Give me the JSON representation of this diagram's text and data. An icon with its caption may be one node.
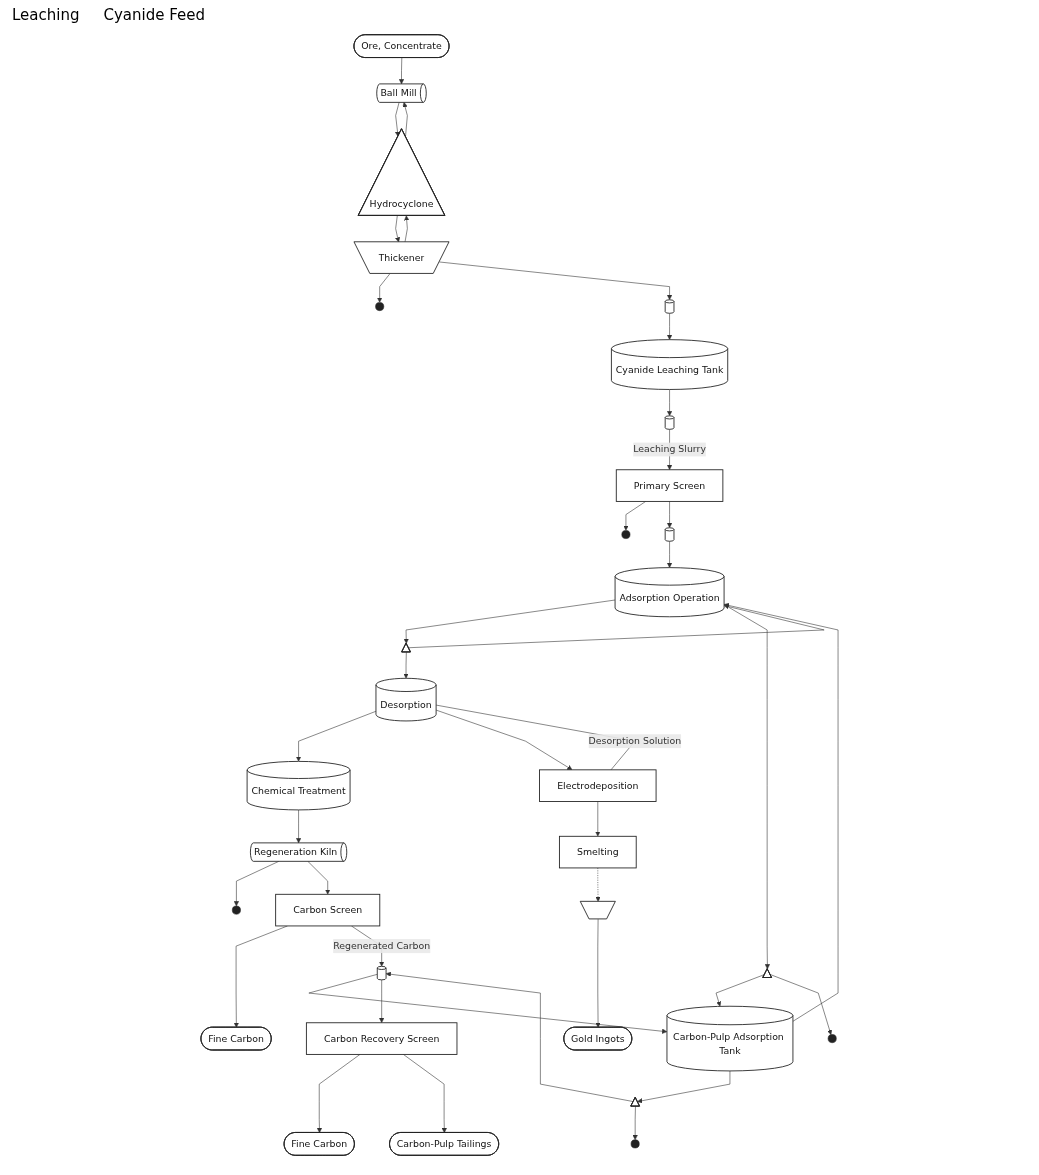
{
  "diagram": {
    "nodes": [
      {
        "text": [
          "Ore, Concentrate"
        ]
      },
      {
        "text": [
          "Hydrocyclone"
        ]
      },
      {
        "text": [
          "Ball Mill"
        ]
      },
      {
        "text": [
          "Thickener"
        ]
      },
      {
        "text": [],
        "shape": "tank"
      },
      {
        "text": [
          "Cyanide Leaching Tank"
        ]
      },
      {
        "text": [],
        "shape": "tank"
      },
      {
        "text": [
          "Primary Screen"
        ]
      },
      {
        "text": [],
        "shape": "screen"
      },
      {
        "text": [],
        "shape": "tank"
      },
      {
        "text": [
          "Adsorption Operation"
        ]
      },
      {
        "text": [],
        "shape": "screen"
      },
      {
        "text": [
          "Carbon-Pulp Adsorption Tank"
        ]
      },
      {
        "text": [],
        "shape": "screen"
      },
      {
        "text": [
          "Carbon Recovery Screen"
        ]
      },
      {
        "text": [
          "Fine Carbon"
        ]
      },
      {
        "text": [],
        "shape": "tank"
      },
      {
        "text": [
          "Carbon-Pulp Tailings"
        ]
      },
      {
        "text": [
          "Chemical Treatment"
        ]
      },
      {
        "text": [
          "Regeneration Kiln"
        ]
      },
      {
        "text": [
          "Carbon Screen"
        ]
      },
      {
        "text": [
          "Fine Carbon"
        ]
      },
      {
        "text": [
          "Desorption"
        ]
      },
      {
        "text": [
          "Electrodeposition"
        ]
      },
      {
        "text": [
          "Smelting"
        ]
      },
      {
        "text": [],
        "shape": "mold"
      },
      {
        "text": [
          "Gold Ingots"
        ]
      }
    ],
    "edges": [
      {
        "from": 0,
        "to": 2,
        "arrow": "to"
      },
      {
        "from": 2,
        "to": 1,
        "arrow": "to"
      },
      {
        "from": 3,
        "to": 1,
        "arrow": "to"
      },
      {
        "from": 3,
        "to": null,
        "arrow": "to"
      },
      {
        "from": 1,
        "to": 2,
        "arrow": "to"
      },
      {
        "from": 1,
        "to": 3,
        "arrow": "to"
      },
      {
        "from": 3,
        "to": 4,
        "arrow": "to"
      },
      {
        "from": 4,
        "to": 5,
        "arrow": "to"
      },
      {
        "from": 5,
        "to": 6,
        "arrow": "to"
      },
      {
        "from": 6,
        "to": 7,
        "arrow": "to",
        "label": "Leaching Slurry"
      },
      {
        "from": 7,
        "to": null,
        "arrow": "to"
      },
      {
        "from": 7,
        "to": 9,
        "arrow": "to"
      },
      {
        "from": 9,
        "to": 10,
        "arrow": "to"
      },
      {
        "from": 10,
        "to": 8,
        "arrow": "to"
      },
      {
        "from": 8,
        "to": 10,
        "arrow": "to"
      },
      {
        "from": 8,
        "to": 22,
        "arrow": "to"
      },
      {
        "from": 10,
        "to": 11,
        "arrow": "to"
      },
      {
        "from": 11,
        "to": 12,
        "arrow": "to"
      },
      {
        "from": 11,
        "to": null,
        "arrow": "to"
      },
      {
        "from": 12,
        "to": 10,
        "arrow": "to"
      },
      {
        "from": 12,
        "to": 13,
        "arrow": "to"
      },
      {
        "from": 13,
        "to": 16,
        "arrow": "to"
      },
      {
        "from": 13,
        "to": null,
        "arrow": "to"
      },
      {
        "from": 16,
        "to": 12,
        "arrow": "to"
      },
      {
        "from": 16,
        "to": 14,
        "arrow": "to"
      },
      {
        "from": 14,
        "to": 15,
        "arrow": "to"
      },
      {
        "from": 14,
        "to": 17,
        "arrow": "to"
      },
      {
        "from": 22,
        "to": 18,
        "arrow": "to"
      },
      {
        "from": 18,
        "to": 19,
        "arrow": "to"
      },
      {
        "from": 19,
        "to": null,
        "arrow": "to"
      },
      {
        "from": 19,
        "to": 20,
        "arrow": "to"
      },
      {
        "from": 20,
        "to": 21,
        "arrow": "to"
      },
      {
        "from": 20,
        "to": 16,
        "arrow": "to",
        "label": "Regenerated Carbon"
      },
      {
        "from": 22,
        "to": 23,
        "arrow": "to"
      },
      {
        "from": 22,
        "to": 23,
        "arrow": "none",
        "label": "Desorption Solution"
      },
      {
        "from": 23,
        "to": 24,
        "arrow": "to"
      },
      {
        "from": 24,
        "to": 25,
        "arrow": "to",
        "style": "dashed"
      },
      {
        "from": 25,
        "to": 26,
        "arrow": "to"
      }
    ],
    "labels": [
      "Leaching",
      "Cyanide Feed"
    ]
  }
}
